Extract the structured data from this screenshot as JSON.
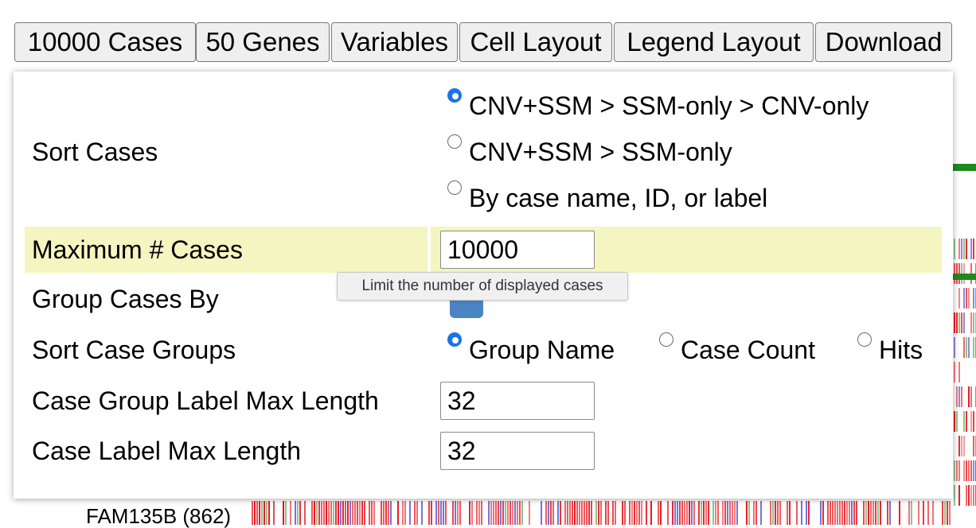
{
  "toolbar": {
    "buttons": [
      {
        "label": "10000 Cases"
      },
      {
        "label": "50 Genes"
      },
      {
        "label": "Variables"
      },
      {
        "label": "Cell Layout"
      },
      {
        "label": "Legend Layout"
      },
      {
        "label": "Download"
      }
    ]
  },
  "menu": {
    "sort_cases": {
      "label": "Sort Cases",
      "options": [
        {
          "label": "CNV+SSM > SSM-only > CNV-only",
          "checked": true
        },
        {
          "label": "CNV+SSM > SSM-only",
          "checked": false
        },
        {
          "label": "By case name, ID, or label",
          "checked": false
        }
      ]
    },
    "max_cases": {
      "label": "Maximum # Cases",
      "value": "10000",
      "tooltip": "Limit the number of displayed cases"
    },
    "group_cases_by": {
      "label": "Group Cases By"
    },
    "sort_case_groups": {
      "label": "Sort Case Groups",
      "options": [
        {
          "label": "Group Name",
          "checked": true
        },
        {
          "label": "Case Count",
          "checked": false
        },
        {
          "label": "Hits",
          "checked": false
        }
      ]
    },
    "case_group_label_max_length": {
      "label": "Case Group Label Max Length",
      "value": "32"
    },
    "case_label_max_length": {
      "label": "Case Label Max Length",
      "value": "32"
    }
  },
  "matrix": {
    "row_label": "FAM135B (862)",
    "colors": {
      "cnv_loss": "#1f8a1f",
      "mutation": "#e8151b",
      "amplification": "#3a3ad0"
    }
  }
}
